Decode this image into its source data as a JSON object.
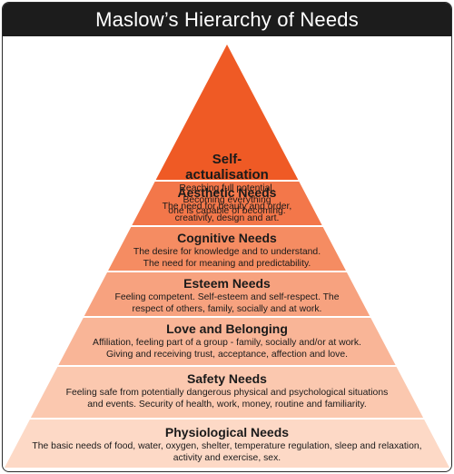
{
  "title": "Maslow’s Hierarchy of Needs",
  "levels": [
    {
      "title": "Self-\nactualisation",
      "description": "Reaching full potential.\nBecoming everything\none is capable of becoming.",
      "color": "#ef5a25"
    },
    {
      "title": "Aesthetic Needs",
      "description": "The need for beauty and order,\ncreativity, design and art.",
      "color": "#f3774a"
    },
    {
      "title": "Cognitive Needs",
      "description": "The desire for knowledge and to understand.\nThe need for meaning and predictability.",
      "color": "#f58c62"
    },
    {
      "title": "Esteem Needs",
      "description": "Feeling competent.  Self-esteem and self-respect.  The\nrespect of others, family, socially and at work.",
      "color": "#f7a27f"
    },
    {
      "title": "Love and Belonging",
      "description": "Affiliation, feeling part of a group - family, socially and/or at work.\nGiving and receiving trust, acceptance, affection and love.",
      "color": "#f9b597"
    },
    {
      "title": "Safety Needs",
      "description": "Feeling safe from potentially dangerous physical and psychological situations\nand events.  Security of health, work, money, routine and familiarity.",
      "color": "#fbc8af"
    },
    {
      "title": "Physiological Needs",
      "description": "The basic needs of food, water, oxygen, shelter, temperature regulation, sleep and relaxation,\nactivity and exercise, sex.",
      "color": "#fdd9c6"
    }
  ]
}
